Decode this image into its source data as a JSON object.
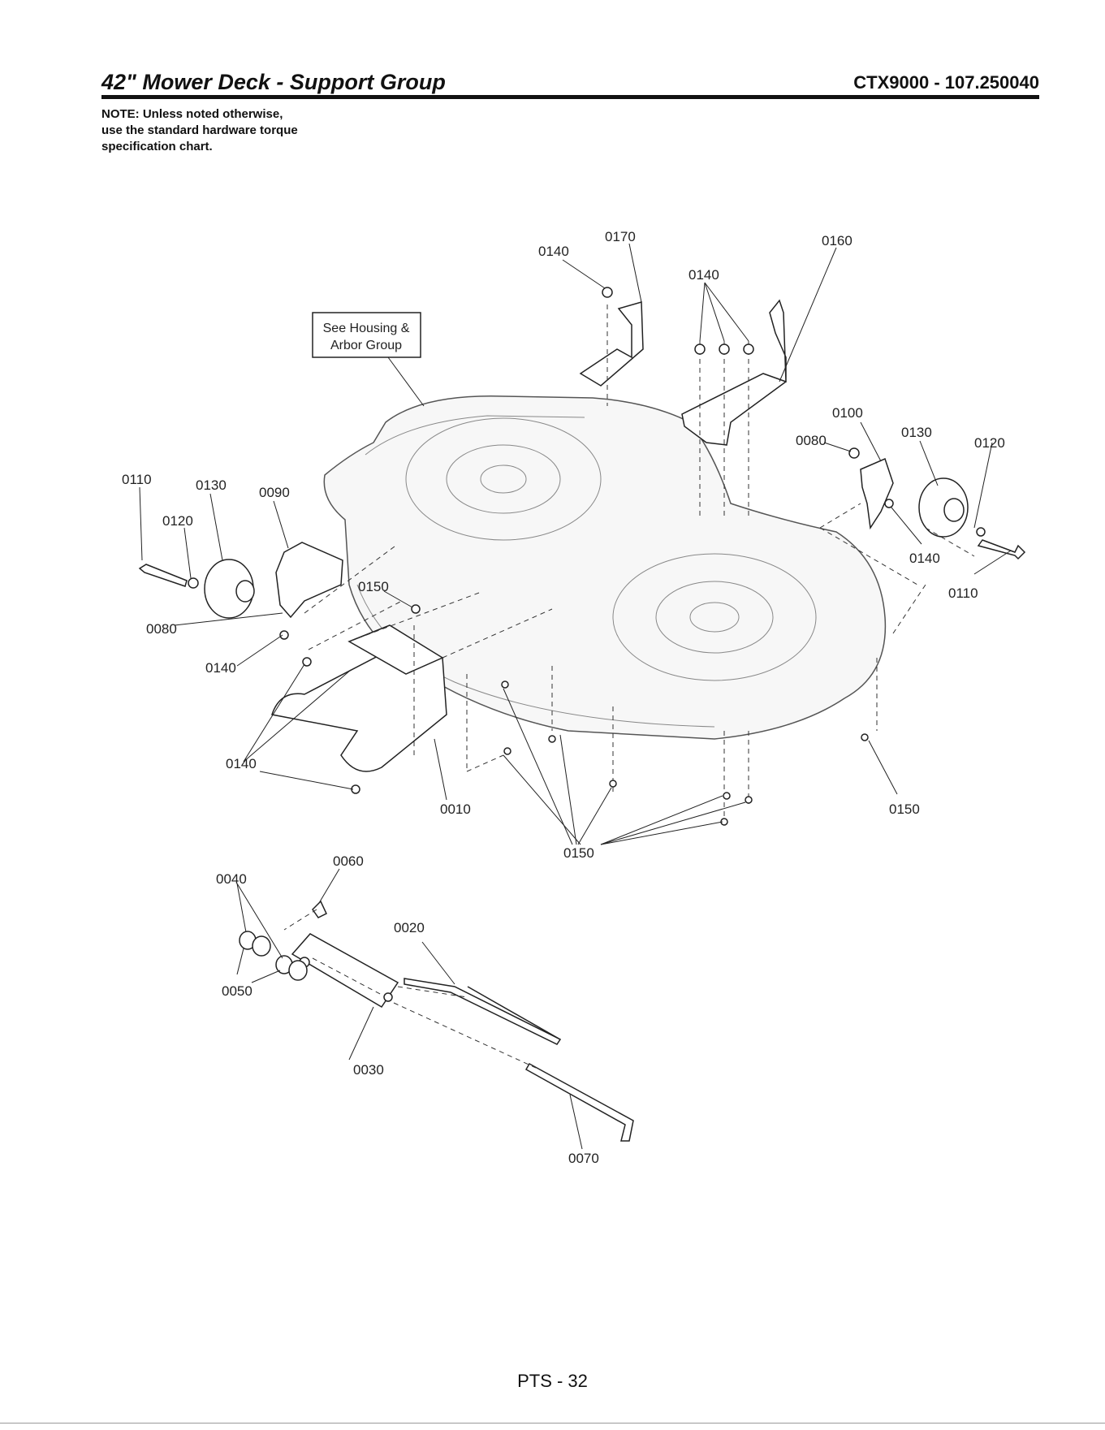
{
  "header": {
    "title": "42\" Mower Deck - Support Group",
    "model": "CTX9000 - 107.250040"
  },
  "note": {
    "lines": [
      "NOTE: Unless noted otherwise,",
      "use the standard hardware torque",
      "specification chart."
    ]
  },
  "reference_box": {
    "line1": "See Housing &",
    "line2": "Arbor Group"
  },
  "callouts": {
    "c0140_top": "0140",
    "c0170": "0170",
    "c0140_right_top": "0140",
    "c0160": "0160",
    "c0100": "0100",
    "c0080_right": "0080",
    "c0130_right": "0130",
    "c0120_right": "0120",
    "c0140_right_mid": "0140",
    "c0110_right": "0110",
    "c0110_left": "0110",
    "c0130_left": "0130",
    "c0090": "0090",
    "c0120_left": "0120",
    "c0150_left": "0150",
    "c0080_left": "0080",
    "c0140_left": "0140",
    "c0140_lower": "0140",
    "c0010": "0010",
    "c0150_right": "0150",
    "c0150_bottom": "0150",
    "c0060": "0060",
    "c0040": "0040",
    "c0020": "0020",
    "c0050": "0050",
    "c0030": "0030",
    "c0070": "0070"
  },
  "footer": {
    "page": "PTS - 32"
  }
}
